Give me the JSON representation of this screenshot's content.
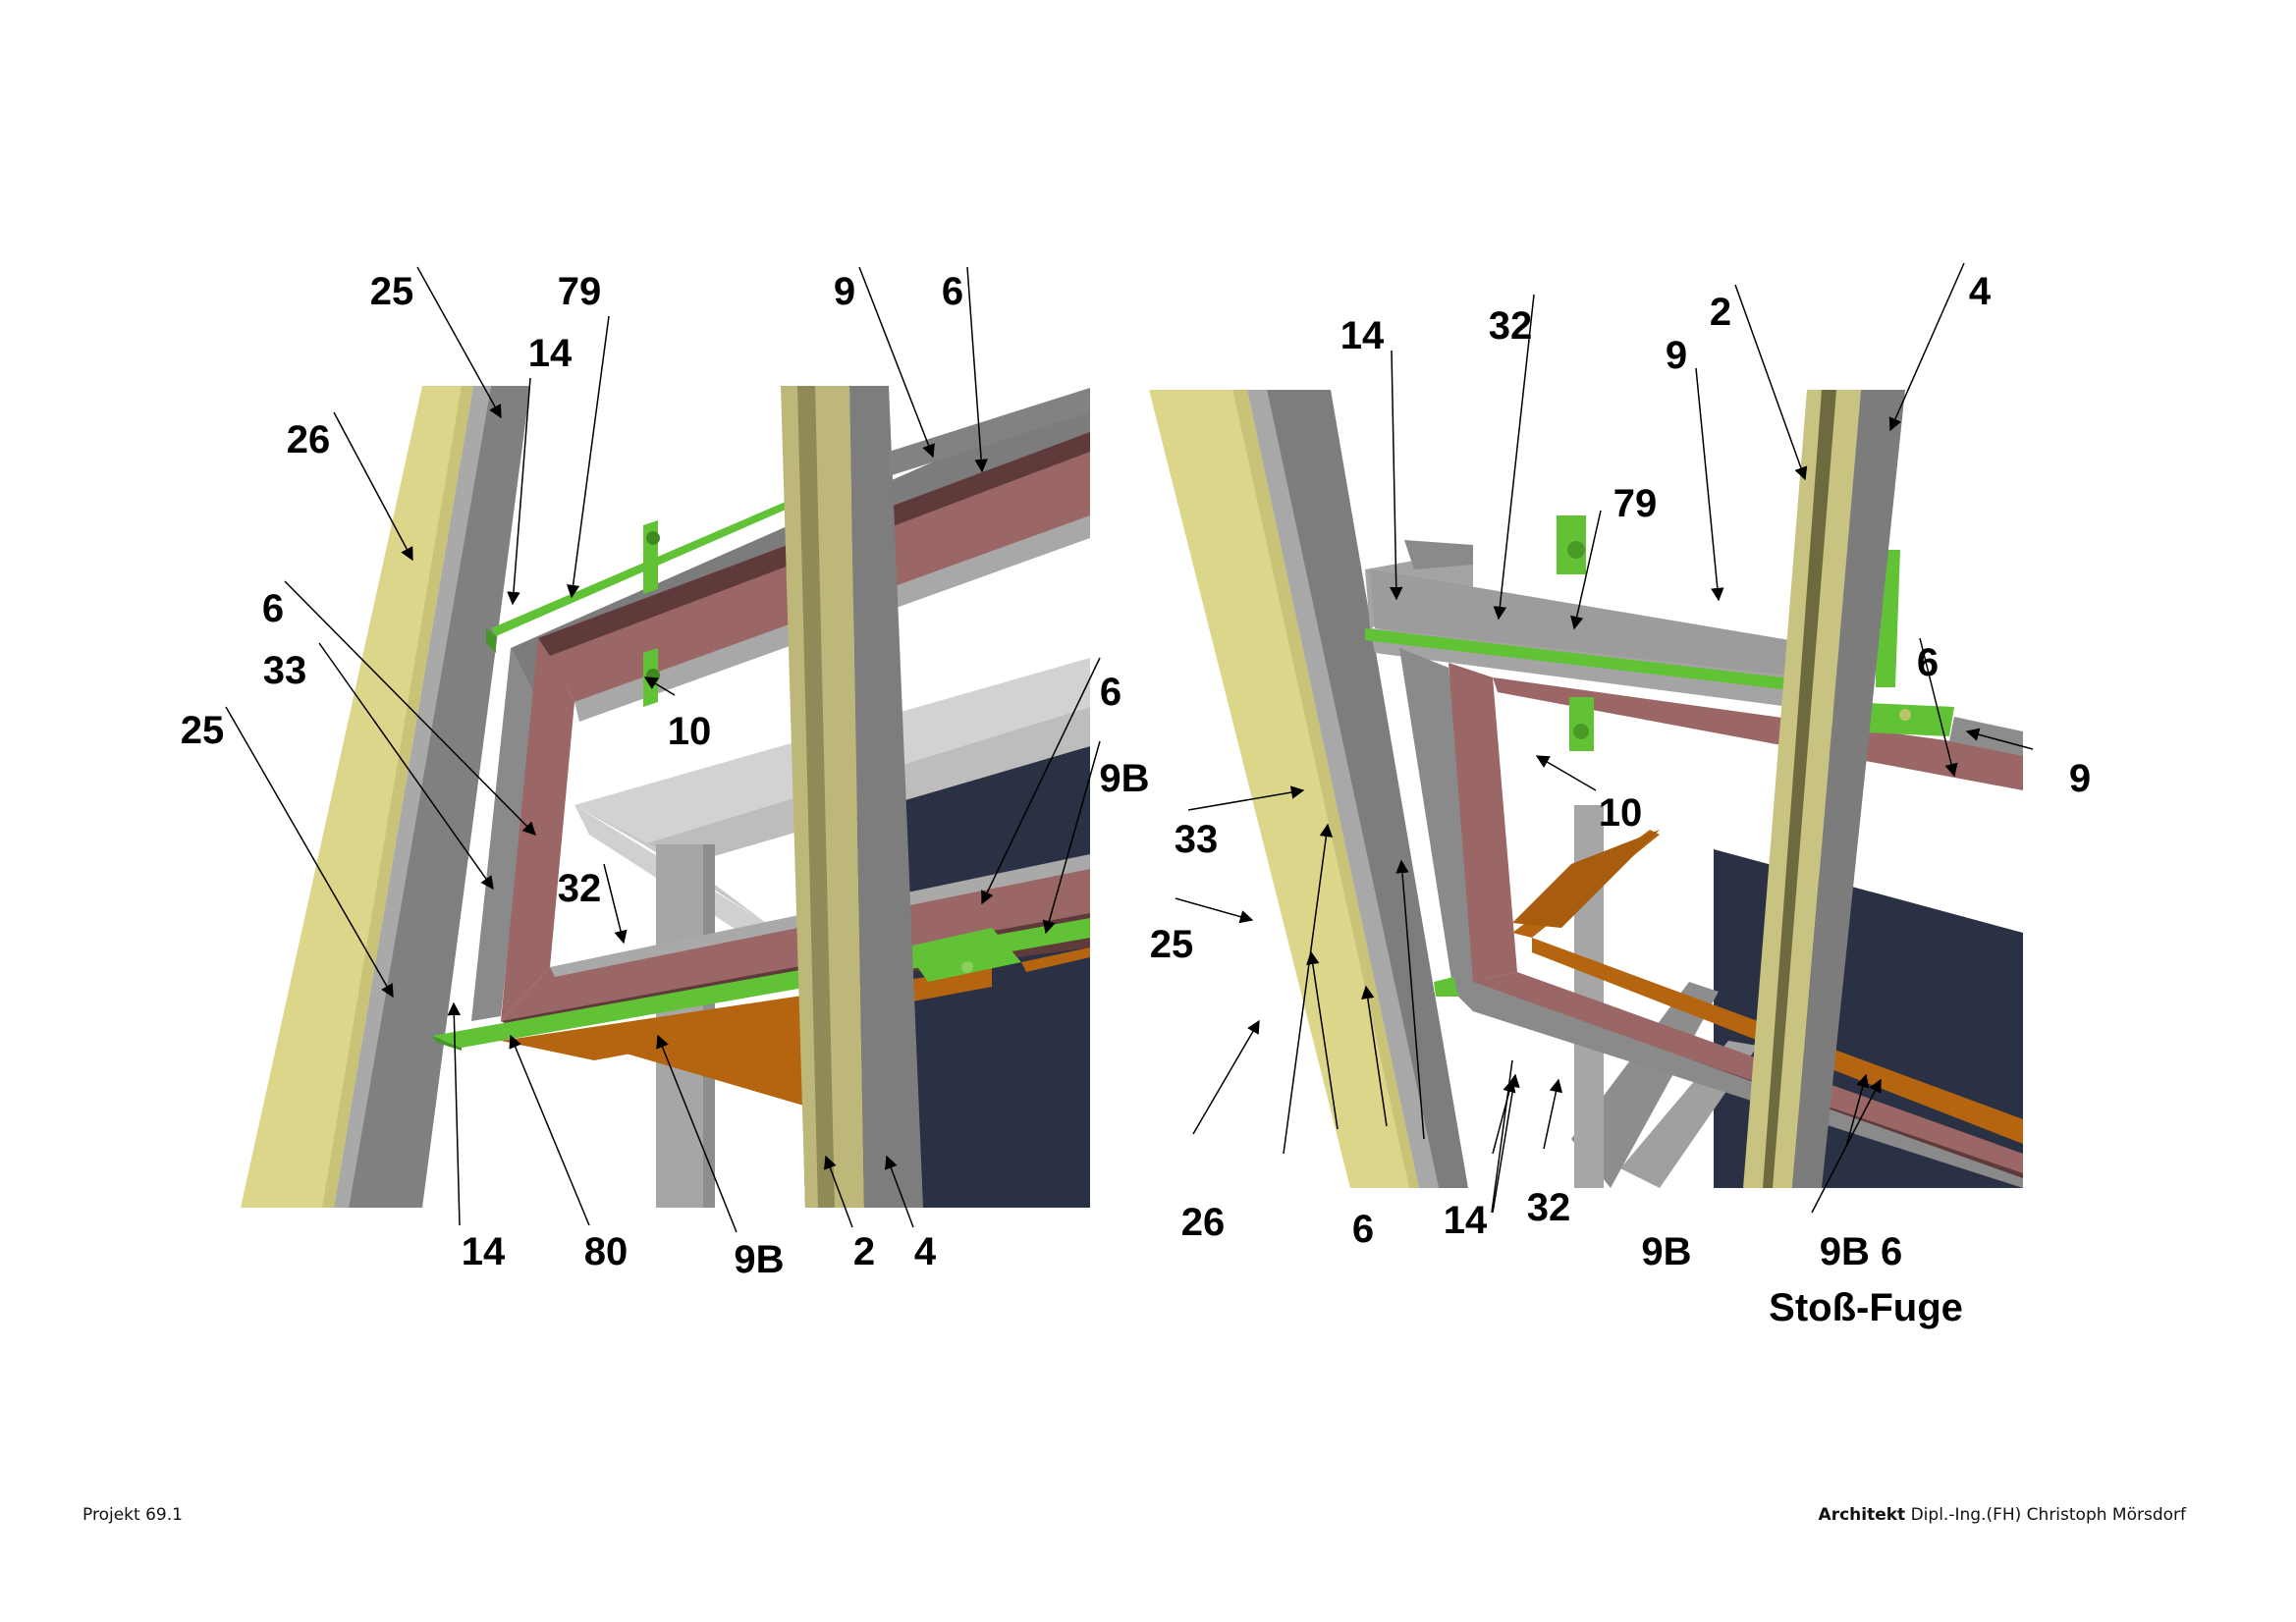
{
  "colors": {
    "yellow_post": "#dcd68a",
    "grey_dark": "#7d7d7d",
    "grey_mid": "#a3a3a3",
    "grey_light": "#c8c8c8",
    "frame_red": "#9b6666",
    "frame_red_dark": "#5e3a3a",
    "green": "#62c236",
    "green_dark": "#47962a",
    "orange": "#b5650f",
    "navy_panel": "#2b3145",
    "olive_post": "#bdb77a"
  },
  "left_view": {
    "labels": [
      {
        "id": "l-25-top",
        "text": "25"
      },
      {
        "id": "l-79",
        "text": "79"
      },
      {
        "id": "l-14-top",
        "text": "14"
      },
      {
        "id": "l-9-top",
        "text": "9"
      },
      {
        "id": "l-6-top",
        "text": "6"
      },
      {
        "id": "l-26",
        "text": "26"
      },
      {
        "id": "l-6-mid",
        "text": "6"
      },
      {
        "id": "l-33",
        "text": "33"
      },
      {
        "id": "l-25-mid",
        "text": "25"
      },
      {
        "id": "l-10",
        "text": "10"
      },
      {
        "id": "l-6-right",
        "text": "6"
      },
      {
        "id": "l-9b-right",
        "text": "9B"
      },
      {
        "id": "l-32",
        "text": "32"
      },
      {
        "id": "l-14-bottom",
        "text": "14"
      },
      {
        "id": "l-80",
        "text": "80"
      },
      {
        "id": "l-9b-bottom",
        "text": "9B"
      },
      {
        "id": "l-2",
        "text": "2"
      },
      {
        "id": "l-4",
        "text": "4"
      }
    ]
  },
  "right_view": {
    "labels": [
      {
        "id": "r-14-top",
        "text": "14"
      },
      {
        "id": "r-32-top",
        "text": "32"
      },
      {
        "id": "r-2",
        "text": "2"
      },
      {
        "id": "r-4",
        "text": "4"
      },
      {
        "id": "r-9-top",
        "text": "9"
      },
      {
        "id": "r-79",
        "text": "79"
      },
      {
        "id": "r-6-right",
        "text": "6"
      },
      {
        "id": "r-9-right",
        "text": "9"
      },
      {
        "id": "r-10",
        "text": "10"
      },
      {
        "id": "r-33",
        "text": "33"
      },
      {
        "id": "r-25",
        "text": "25"
      },
      {
        "id": "r-26",
        "text": "26"
      },
      {
        "id": "r-6-bottom",
        "text": "6"
      },
      {
        "id": "r-14-bottom",
        "text": "14"
      },
      {
        "id": "r-32-bottom",
        "text": "32"
      },
      {
        "id": "r-9b-bottom",
        "text": "9B"
      },
      {
        "id": "r-9b-6",
        "text": "9B 6"
      },
      {
        "id": "r-stossfuge",
        "text": "Stoß-Fuge"
      }
    ]
  },
  "footer": {
    "project": "Projekt 69.1",
    "architect_bold": "Architekt",
    "architect_name": " Dipl.-Ing.(FH) Christoph Mörsdorf"
  }
}
